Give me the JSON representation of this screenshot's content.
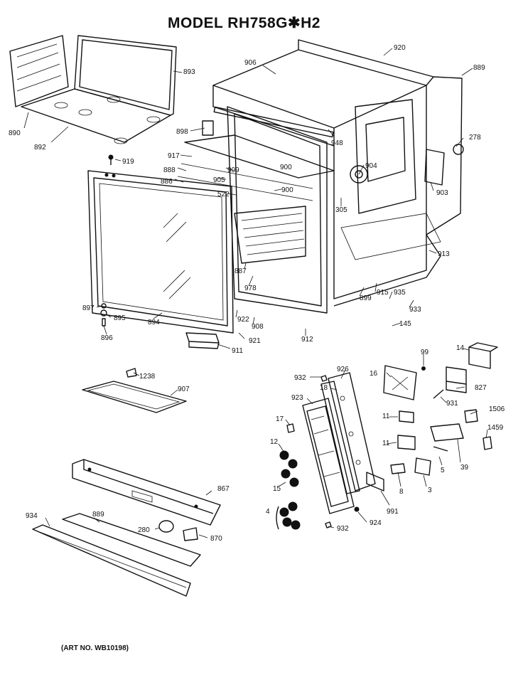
{
  "title": "MODEL RH758G✱H2",
  "art_number": "(ART NO. WB10198)",
  "callouts": {
    "c920": "920",
    "c906": "906",
    "c889a": "889",
    "c893": "893",
    "c890": "890",
    "c892": "892",
    "c898": "898",
    "c948": "948",
    "c278": "278",
    "c919": "919",
    "c917": "917",
    "c909": "909",
    "c904": "904",
    "c888": "888",
    "c886": "886",
    "c900a": "900",
    "c905": "905",
    "c522": "522",
    "c900b": "900",
    "c903": "903",
    "c305": "305",
    "c913": "913",
    "c887": "887",
    "c978": "978",
    "c899": "899",
    "c915": "915",
    "c935": "935",
    "c933": "933",
    "c897": "897",
    "c895": "895",
    "c894": "894",
    "c922": "922",
    "c908": "908",
    "c912": "912",
    "c145": "145",
    "c896": "896",
    "c921": "921",
    "c911": "911",
    "c99": "99",
    "c14": "14",
    "c1238": "1238",
    "c932a": "932",
    "c926": "926",
    "c16": "16",
    "c18": "18",
    "c827": "827",
    "c907": "907",
    "c923": "923",
    "c931": "931",
    "c17": "17",
    "c11a": "11",
    "c1506": "1506",
    "c12": "12",
    "c11b": "11",
    "c1459": "1459",
    "c5": "5",
    "c39": "39",
    "c15": "15",
    "c8": "8",
    "c3": "3",
    "c867": "867",
    "c4": "4",
    "c991": "991",
    "c934": "934",
    "c889b": "889",
    "c924": "924",
    "c280": "280",
    "c932b": "932",
    "c870": "870"
  }
}
